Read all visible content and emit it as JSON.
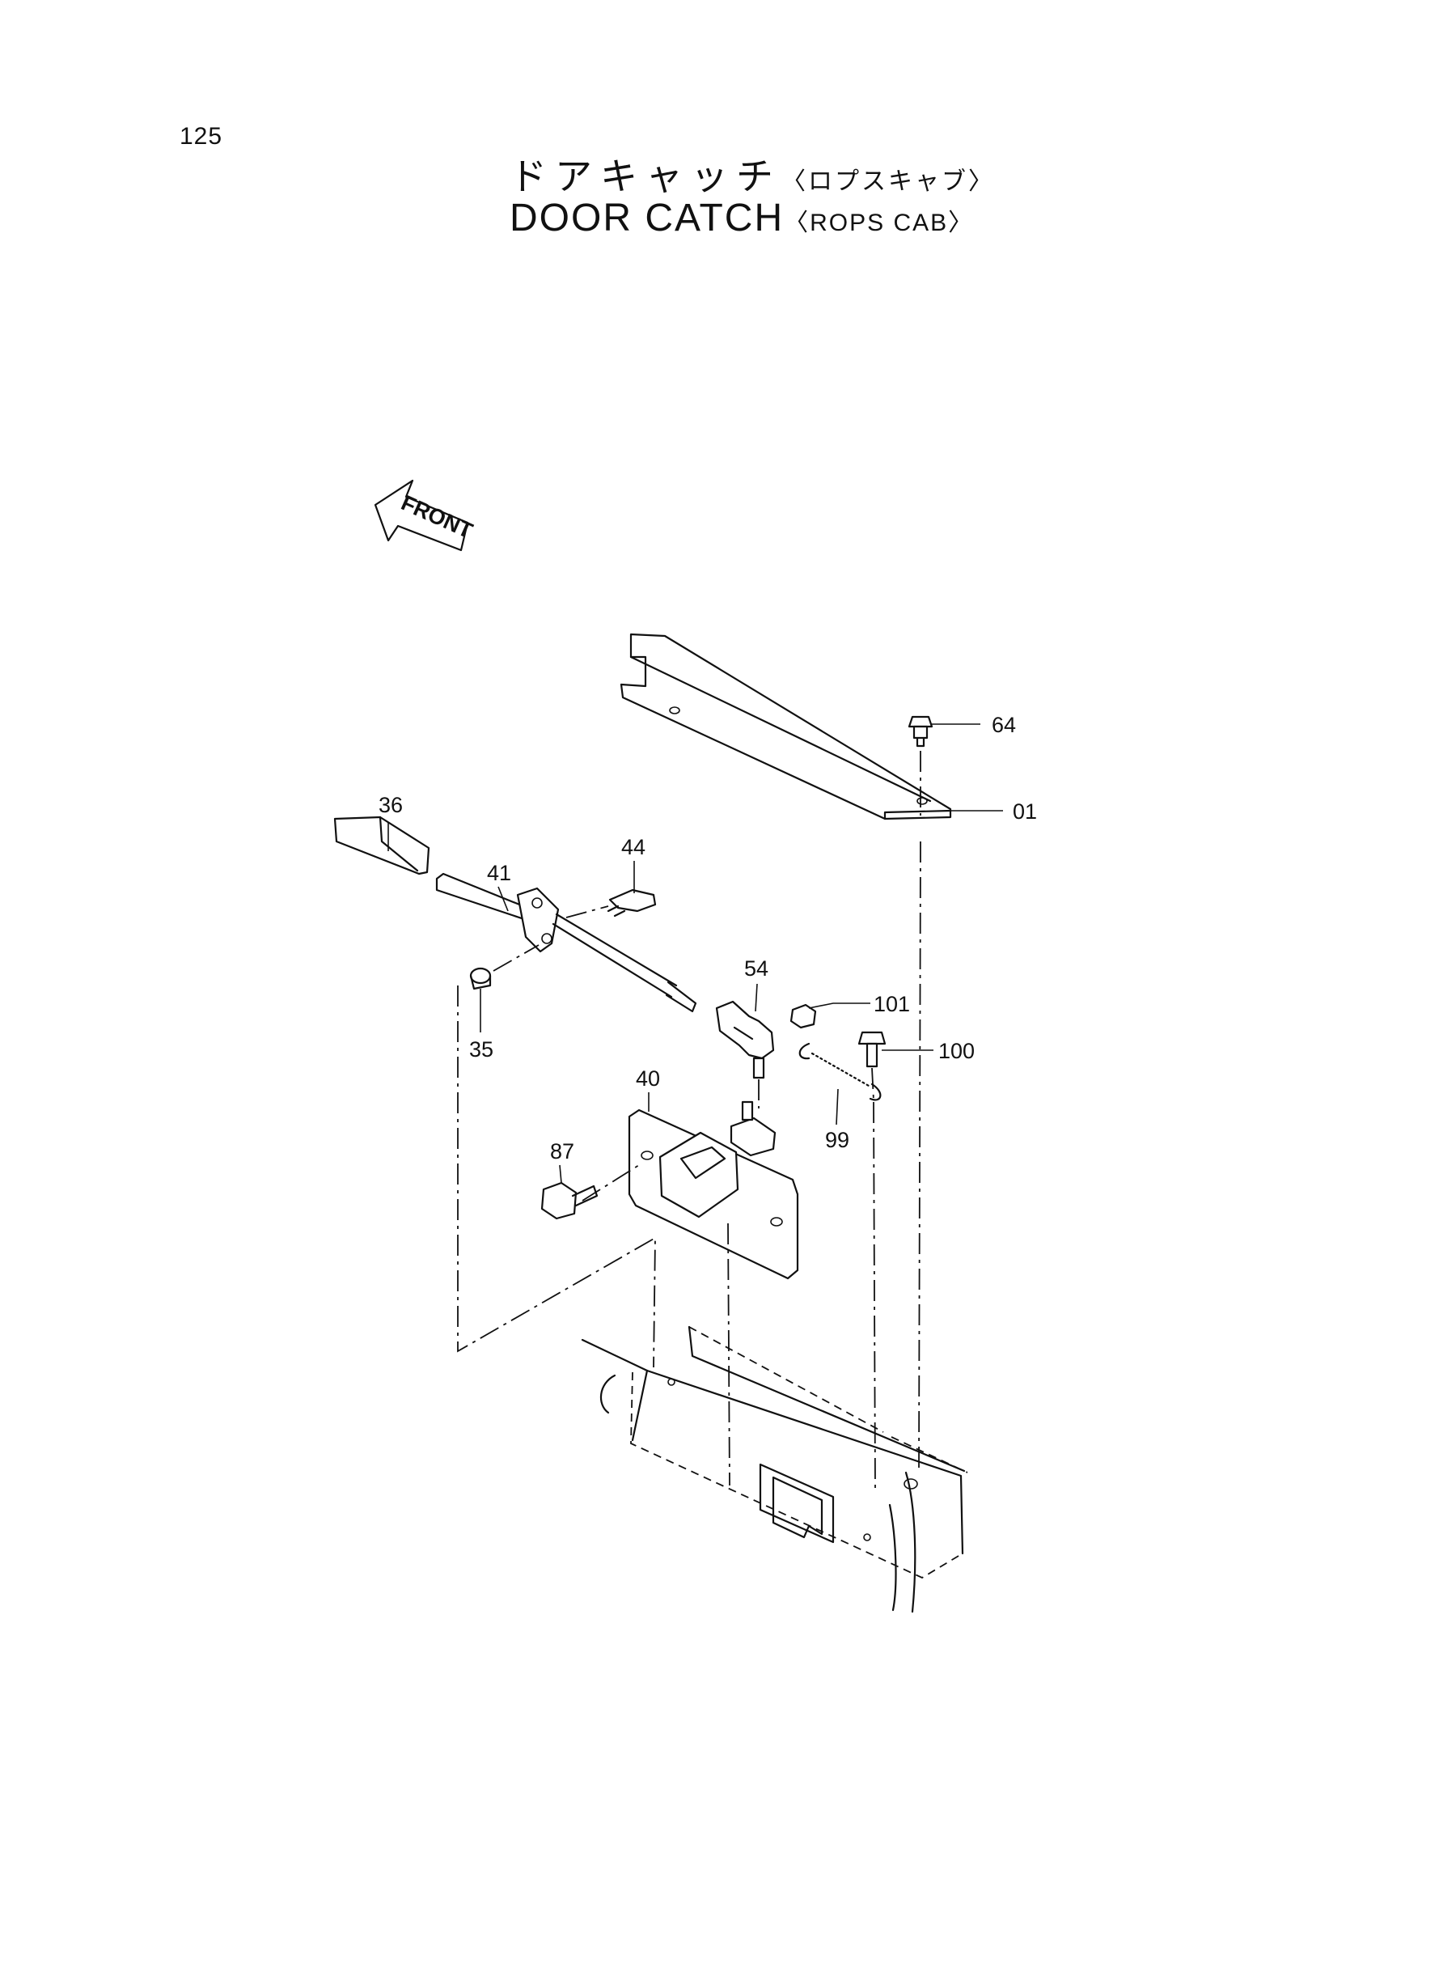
{
  "page": {
    "number": "125",
    "title_jp": "ドアキャッチ",
    "title_jp_sub": "〈ロプスキャブ〉",
    "title_en": "DOOR CATCH",
    "title_en_sub": "〈ROPS CAB〉"
  },
  "diagram": {
    "front_label": "FRONT",
    "callouts": {
      "p64": "64",
      "p01": "01",
      "p36": "36",
      "p44": "44",
      "p41": "41",
      "p54": "54",
      "p101": "101",
      "p100": "100",
      "p35": "35",
      "p40": "40",
      "p87": "87",
      "p99": "99"
    }
  }
}
